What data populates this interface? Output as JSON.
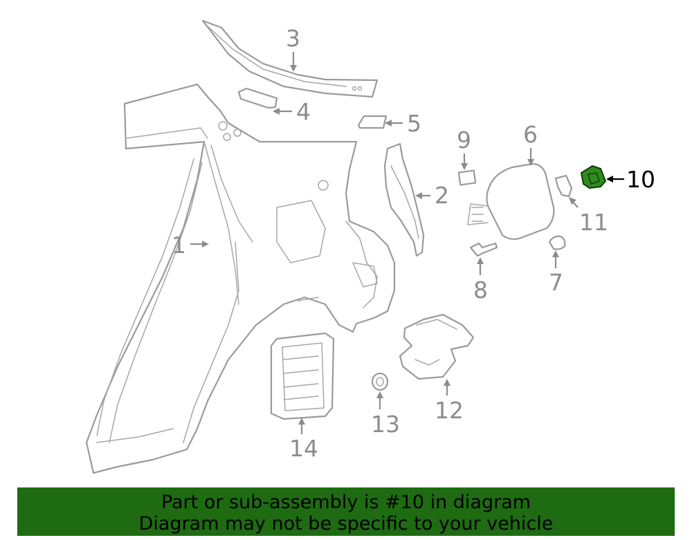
{
  "callouts": {
    "c1": "1",
    "c2": "2",
    "c3": "3",
    "c4": "4",
    "c5": "5",
    "c6": "6",
    "c7": "7",
    "c8": "8",
    "c9": "9",
    "c10": "10",
    "c11": "11",
    "c12": "12",
    "c13": "13",
    "c14": "14"
  },
  "highlighted_part": "10",
  "colors": {
    "highlight": "#2e8b1e",
    "banner_background": "#1e6b12",
    "line_art": "#9a9a9a"
  },
  "banner": {
    "line1": "Part or sub-assembly is #10 in diagram",
    "line2": "Diagram may not be specific to your vehicle"
  }
}
